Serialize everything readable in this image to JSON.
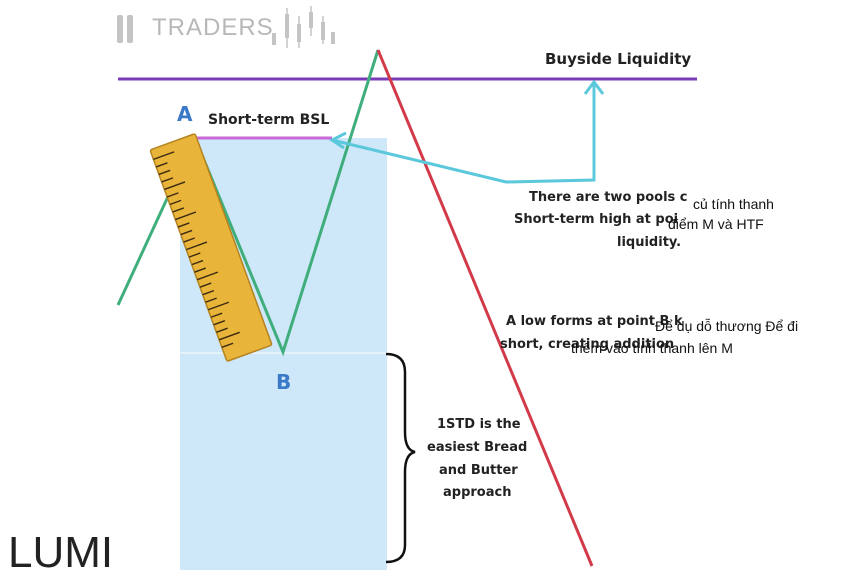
{
  "logo": {
    "text": "TRADERS"
  },
  "watermark": "LUMI",
  "colors": {
    "buyside_line": "#7a3bb8",
    "short_term_line": "#c86ad8",
    "up_leg": "#3fae7c",
    "down_leg": "#d23a4a",
    "arrow": "#5bc8dc",
    "range_box": "#c9e6f8",
    "point_label": "#3a78c8",
    "ruler": "#e8b43a"
  },
  "labels": {
    "buyside": "Buyside Liquidity",
    "short_term_bsl": "Short-term BSL",
    "point_a": "A",
    "point_b": "B"
  },
  "annotations": {
    "pools": {
      "line1": "There are two pools c",
      "line2": "Short-term high at poi",
      "line3": "liquidity.",
      "overlay1": "củ tính thanh",
      "overlay2": "điểm M và   HTF"
    },
    "low": {
      "line1": "A low forms at point B k",
      "line2": "short, creating addition",
      "overlay1": "Để dụ dỗ thương Để đi",
      "overlay2": "thêm vào tính thanh lên    M"
    },
    "std": {
      "line1": "1STD is the",
      "line2": "easiest Bread",
      "line3": "and Butter",
      "line4": "approach"
    }
  }
}
